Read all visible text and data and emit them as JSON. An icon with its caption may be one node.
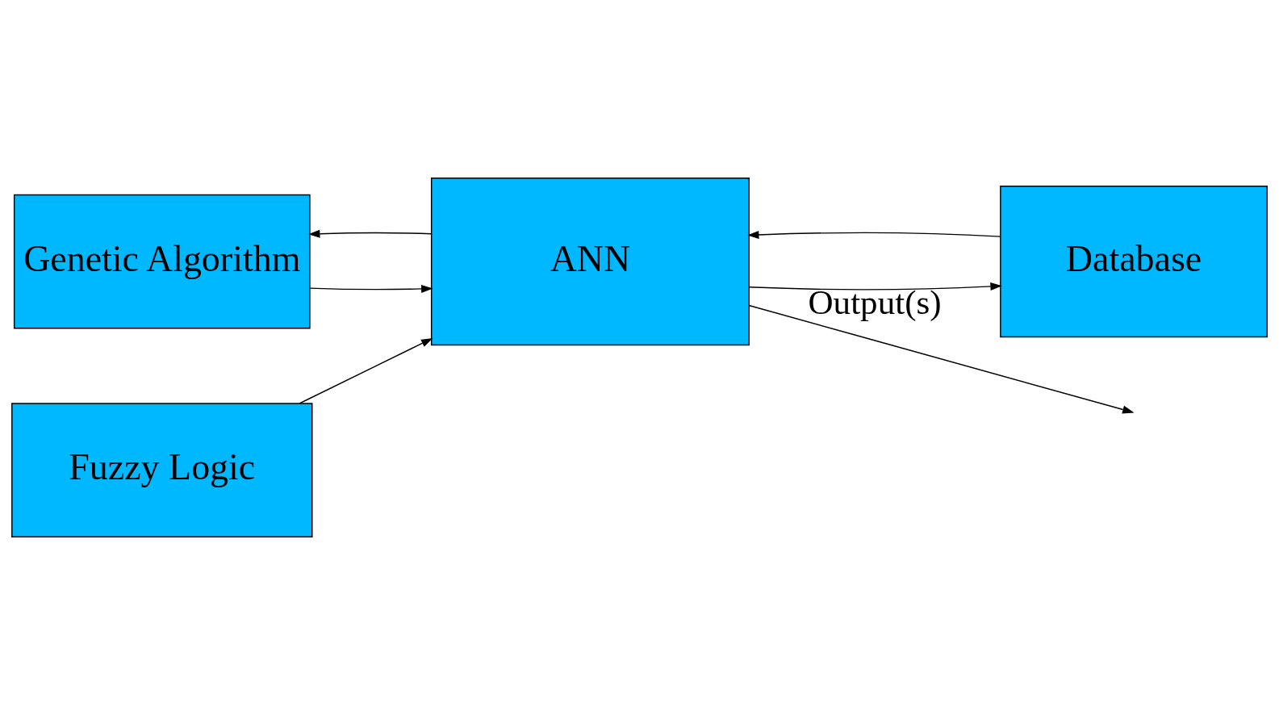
{
  "diagram": {
    "nodes": [
      {
        "text": [
          "Genetic Algorithm"
        ]
      },
      {
        "text": [
          "ANN"
        ]
      },
      {
        "text": [
          "Fuzzy Logic"
        ]
      },
      {
        "text": [
          "Database"
        ]
      }
    ],
    "edges": [
      {
        "from": 0,
        "to": 1,
        "arrow": "to"
      },
      {
        "from": 1,
        "to": 0,
        "arrow": "to"
      },
      {
        "from": 2,
        "to": 1,
        "arrow": "to"
      },
      {
        "from": 1,
        "to": 3,
        "arrow": "to"
      },
      {
        "from": 3,
        "to": 1,
        "arrow": "to"
      },
      {
        "from": 1,
        "to": null,
        "arrow": "to",
        "label": "Output(s)"
      }
    ]
  }
}
